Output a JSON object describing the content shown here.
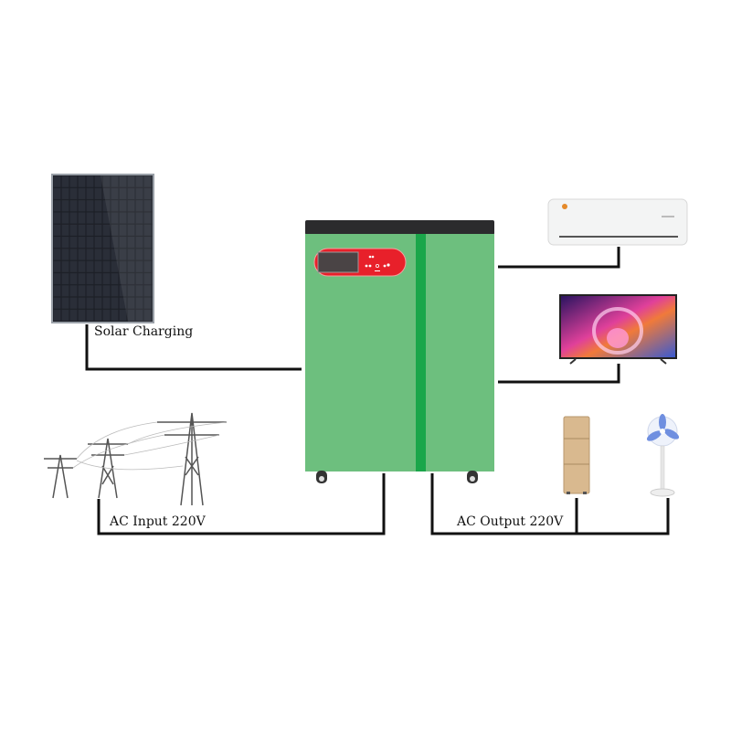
{
  "labels": {
    "solar": "Solar Charging",
    "ac_input": "AC Input 220V",
    "ac_output": "AC Output 220V"
  },
  "colors": {
    "cabinet_green": "#6dbf7e",
    "stripe_green": "#1aa64a",
    "panel_red": "#e8202a",
    "wire": "#111111"
  }
}
